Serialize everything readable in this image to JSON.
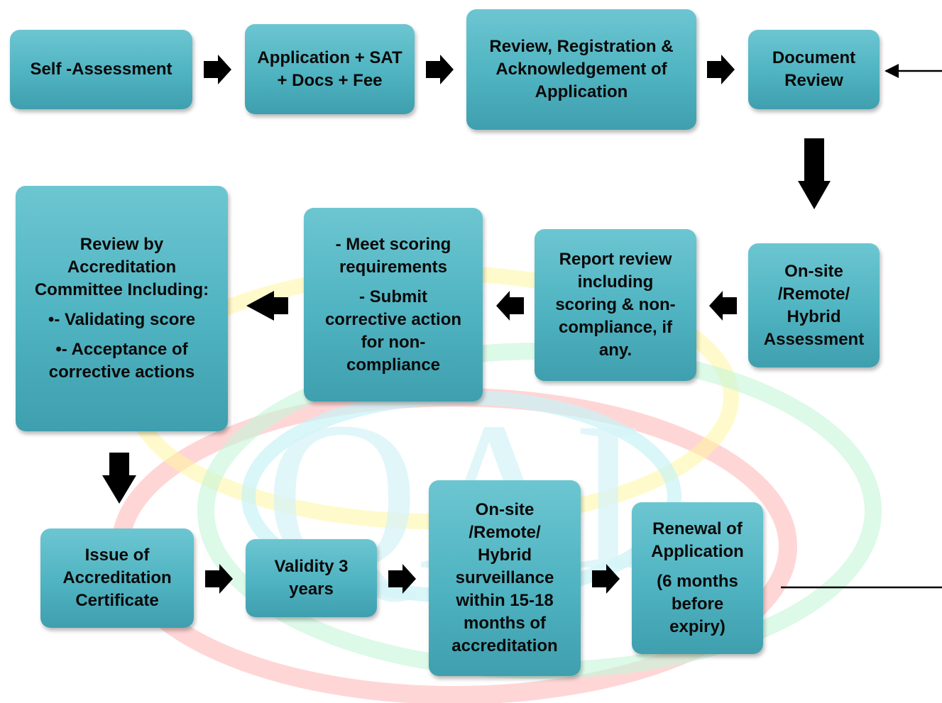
{
  "watermark": {
    "text": "QAI",
    "colors": [
      "#ff9a9a",
      "#fff27a",
      "#a9f0c8",
      "#a8ecf2"
    ]
  },
  "box_color": "#4fb3c1",
  "steps": {
    "self_assessment": {
      "lines": [
        "Self -Assessment"
      ]
    },
    "application": {
      "lines": [
        "Application + SAT",
        "+ Docs + Fee"
      ]
    },
    "review_registration": {
      "lines": [
        "Review, Registration &",
        "Acknowledgement of",
        "Application"
      ]
    },
    "document_review": {
      "lines": [
        "Document",
        "Review"
      ]
    },
    "onsite_assessment": {
      "lines": [
        "On-site",
        "/Remote/",
        "Hybrid",
        "Assessment"
      ]
    },
    "report_review": {
      "lines": [
        "Report review",
        "including",
        "scoring & non-",
        "compliance, if",
        "any."
      ]
    },
    "requirements": {
      "lines": [
        "- Meet scoring",
        "requirements",
        "- Submit",
        "corrective action",
        "for non-",
        "compliance"
      ]
    },
    "committee_review": {
      "lines": [
        "Review by",
        "Accreditation",
        "Committee Including:",
        "•- Validating score",
        "•- Acceptance of",
        "corrective actions"
      ]
    },
    "issue_certificate": {
      "lines": [
        "Issue of",
        "Accreditation",
        "Certificate"
      ]
    },
    "validity": {
      "lines": [
        "Validity 3",
        "years"
      ]
    },
    "surveillance": {
      "lines": [
        "On-site",
        "/Remote/",
        "Hybrid",
        "surveillance",
        "within 15-18",
        "months of",
        "accreditation"
      ]
    },
    "renewal": {
      "lines": [
        "Renewal of",
        "Application",
        "(6 months",
        "before",
        "expiry)"
      ]
    }
  }
}
